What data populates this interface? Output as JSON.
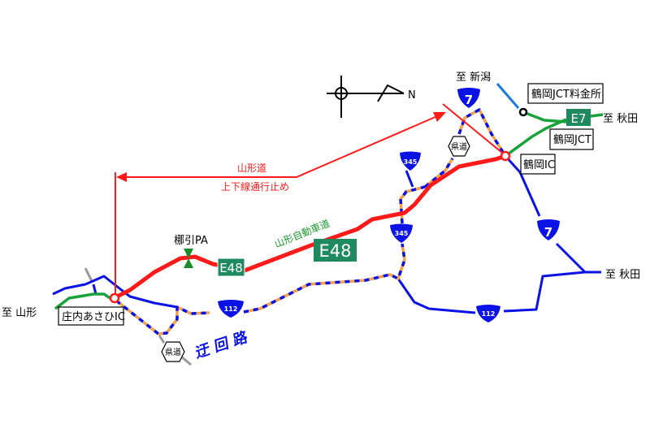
{
  "colors": {
    "closed_route": "#ff1a1a",
    "detour": "#0a12e6",
    "expressway": "#1aa23a",
    "sign_green": "#1f8a60"
  },
  "compass": {
    "north_label": "N"
  },
  "destinations": {
    "niigata": "至 新潟",
    "akita_e7": "至 秋田",
    "akita_r7": "至 秋田",
    "yamagata": "至 山形"
  },
  "facilities": {
    "tsuruoka_jct_toll": "鶴岡JCT料金所",
    "tsuruoka_jct": "鶴岡JCT",
    "tsuruoka_ic": "鶴岡IC",
    "shonai_asahi_ic": "庄内あさひIC",
    "nagibiki_pa": "梛引PA"
  },
  "closure": {
    "road": "山形道",
    "status": "上下線通行止め"
  },
  "expressway_name": "山形自動車道",
  "route_signs": {
    "e48_small": "E48",
    "e48_large": "E48",
    "e7": "E7",
    "r7_top": "7",
    "r7_right": "7",
    "r345_top": "345",
    "r345_mid": "345",
    "r112_left": "112",
    "r112_right": "112",
    "pref_road_1": "県道",
    "pref_road_2": "県道"
  },
  "detour_label": "迂 回 路"
}
